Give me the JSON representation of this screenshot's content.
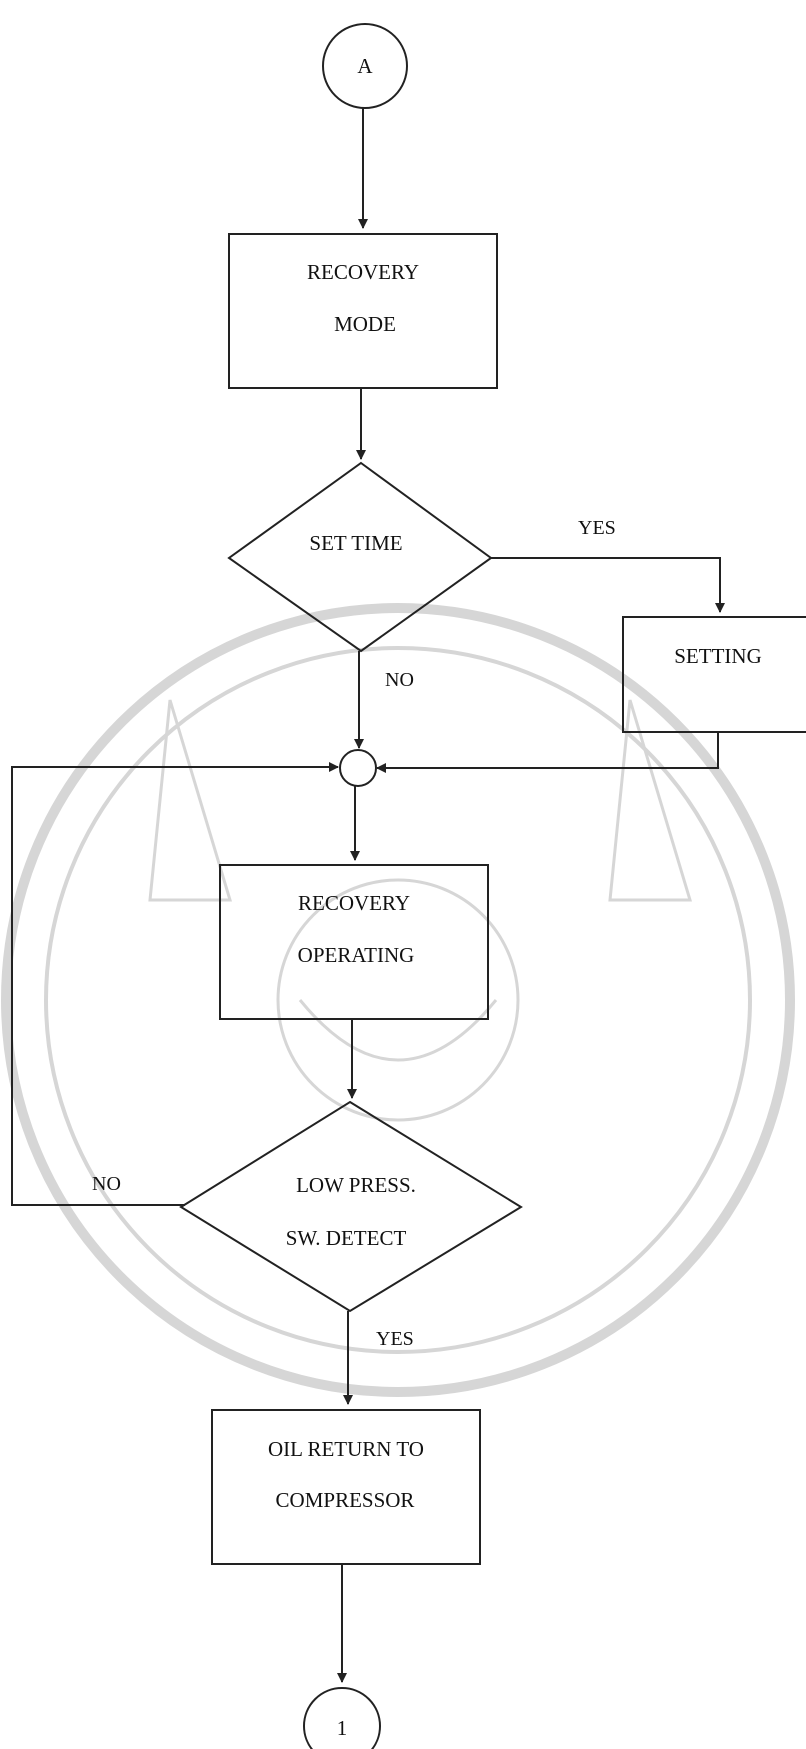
{
  "flowchart": {
    "connector_top": "A",
    "recovery_mode": [
      "RECOVERY",
      "MODE"
    ],
    "set_time": "SET TIME",
    "setting": "SETTING",
    "yes_label_1": "YES",
    "no_label_1": "NO",
    "recovery_operating": [
      "RECOVERY",
      "OPERATING"
    ],
    "low_press": [
      "LOW PRESS.",
      "SW. DETECT"
    ],
    "no_label_2": "NO",
    "yes_label_2": "YES",
    "oil_return": [
      "OIL RETURN TO",
      "COMPRESSOR"
    ],
    "connector_bottom": "1"
  },
  "watermark": {
    "description_icon": "university-seal-watermark"
  }
}
